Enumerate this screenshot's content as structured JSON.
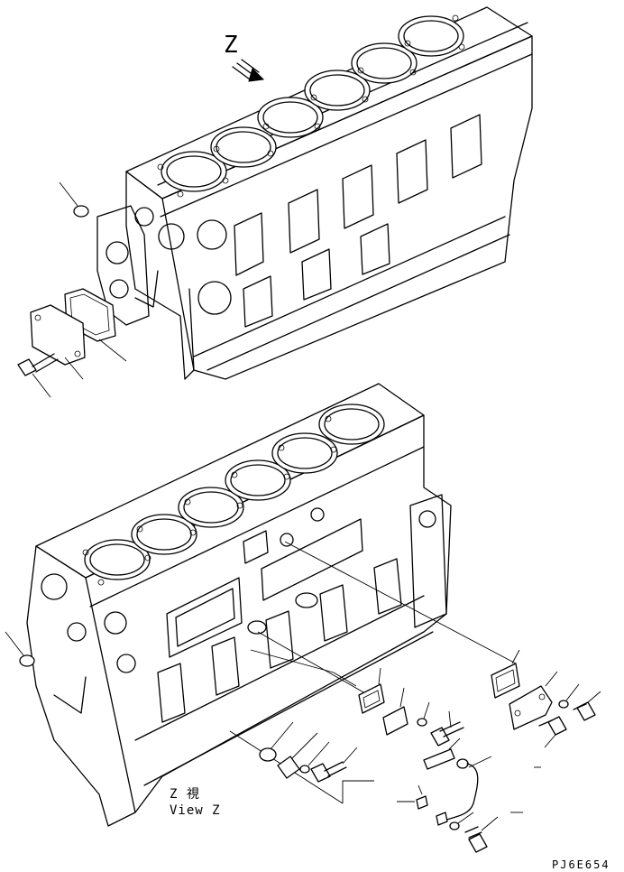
{
  "view_marker": "Z",
  "view_caption_jp": "Z 視",
  "view_caption_en": "View Z",
  "drawing_code": "PJ6E654"
}
